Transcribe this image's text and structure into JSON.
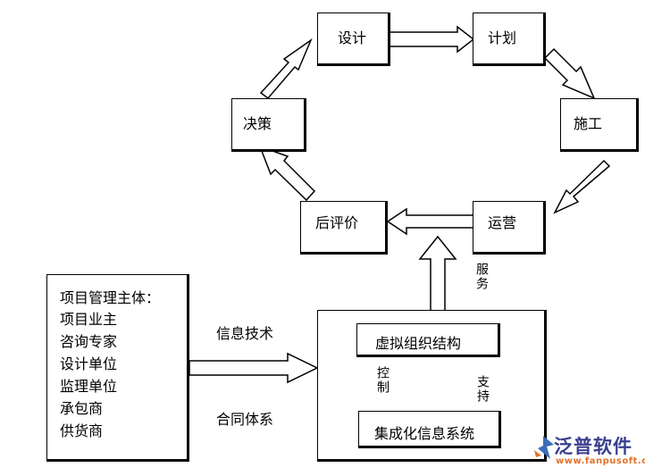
{
  "cycle": {
    "design": "设计",
    "plan": "计划",
    "construction": "施工",
    "operation": "运营",
    "post_evaluation": "后评价",
    "decision": "决策"
  },
  "service_label": "服务",
  "stakeholders": {
    "title": "项目管理主体：",
    "items": [
      "项目业主",
      "咨询专家",
      "设计单位",
      "监理单位",
      "承包商",
      "供货商"
    ]
  },
  "side_labels": {
    "info_tech": "信息技术",
    "contract_system": "合同体系"
  },
  "org": {
    "virtual_org": "虚拟组织结构",
    "integrated_system": "集成化信息系统",
    "control": "控制",
    "support": "支持"
  },
  "logo": {
    "name": "泛普软件",
    "url": "www.fanpusoft.com",
    "icon_color": "#3a6fb7",
    "accent_color": "#e0722a"
  }
}
